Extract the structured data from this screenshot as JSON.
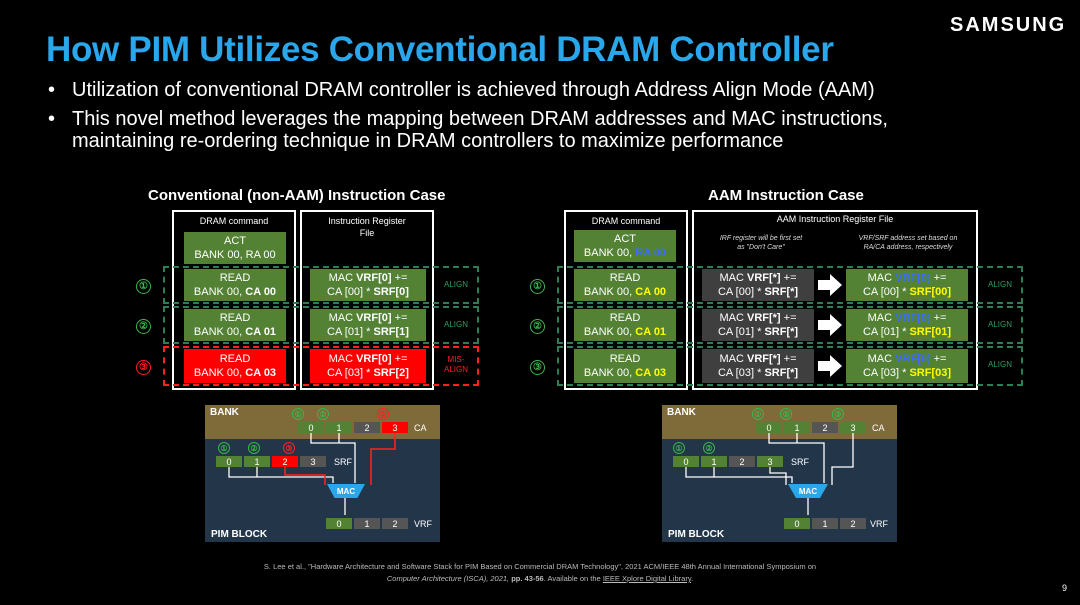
{
  "logo": "SAMSUNG",
  "title": "How PIM Utilizes Conventional DRAM Controller",
  "bullets": [
    "Utilization of conventional DRAM controller is achieved through Address Align Mode (AAM)",
    "This novel method leverages the mapping between DRAM addresses and MAC instructions,",
    "maintaining re-ordering technique in DRAM controllers to maximize performance"
  ],
  "left": {
    "title": "Conventional (non-AAM) Instruction Case",
    "col_dram": "DRAM command",
    "col_irf_1": "Instruction Register",
    "col_irf_2": "File",
    "act_1": "ACT",
    "act_2": "BANK 00, RA 00",
    "rows": [
      {
        "num": "①",
        "read": "READ",
        "bank": "BANK 00, ",
        "ca": "CA 00",
        "mac": "MAC ",
        "vrf": "VRF[0]",
        "pe": " +=",
        "ca2": "CA [00] * ",
        "srf": "SRF[0]",
        "status": "ALIGN"
      },
      {
        "num": "②",
        "read": "READ",
        "bank": "BANK 00, ",
        "ca": "CA 01",
        "mac": "MAC ",
        "vrf": "VRF[0]",
        "pe": " +=",
        "ca2": "CA [01] * ",
        "srf": "SRF[1]",
        "status": "ALIGN"
      },
      {
        "num": "③",
        "read": "READ",
        "bank": "BANK 00, ",
        "ca": "CA 03",
        "mac": "MAC ",
        "vrf": "VRF[0]",
        "pe": " +=",
        "ca2": "CA [03] * ",
        "srf": "SRF[2]",
        "status1": "MIS-",
        "status2": "ALIGN"
      }
    ]
  },
  "right": {
    "title": "AAM Instruction Case",
    "col_dram": "DRAM command",
    "col_irf": "AAM Instruction Register File",
    "note_left_1": "IRF register will be first set",
    "note_left_2": "as \"Don't Care\"",
    "note_right_1": "VRF/SRF address set based on",
    "note_right_2": "RA/CA address, respectively",
    "act_1": "ACT",
    "act_2": "BANK 00, ",
    "act_ra": "RA 00",
    "rows": [
      {
        "num": "①",
        "read": "READ",
        "bank": "BANK 00, ",
        "ca": "CA 00",
        "mac": "MAC ",
        "vrf": "VRF[*]",
        "pe": " +=",
        "ca2": "CA [00] * ",
        "srf": "SRF[*]",
        "macr": "MAC ",
        "vrfr": "VRF[0]",
        "car": "CA [00] * ",
        "srfr": "SRF[00]",
        "status": "ALIGN"
      },
      {
        "num": "②",
        "read": "READ",
        "bank": "BANK 00, ",
        "ca": "CA 01",
        "mac": "MAC ",
        "vrf": "VRF[*]",
        "pe": " +=",
        "ca2": "CA [01] * ",
        "srf": "SRF[*]",
        "macr": "MAC ",
        "vrfr": "VRF[0]",
        "car": "CA [01] * ",
        "srfr": "SRF[01]",
        "status": "ALIGN"
      },
      {
        "num": "③",
        "read": "READ",
        "bank": "BANK 00, ",
        "ca": "CA 03",
        "mac": "MAC ",
        "vrf": "VRF[*]",
        "pe": " +=",
        "ca2": "CA [03] * ",
        "srf": "SRF[*]",
        "macr": "MAC ",
        "vrfr": "VRF[0]",
        "car": "CA [03] * ",
        "srfr": "SRF[03]",
        "status": "ALIGN"
      }
    ]
  },
  "diagram": {
    "bank": "BANK",
    "ca": "CA",
    "srf": "SRF",
    "vrf": "VRF",
    "mac": "MAC",
    "pim": "PIM BLOCK",
    "n": [
      "0",
      "1",
      "2",
      "3"
    ],
    "c": [
      "①",
      "②",
      "③"
    ]
  },
  "citation": {
    "line1": "S. Lee et al., \"Hardware Architecture and Software Stack for PIM Based on Commercial DRAM Technology\", 2021 ACM/IEEE 48th Annual International Symposium on",
    "line2_a": "Computer Architecture (ISCA), 2021, ",
    "line2_b": "pp. 43-56",
    "line2_c": ". Available on the ",
    "line2_d": "IEEE Xplore Digital Library",
    "line2_e": "."
  },
  "page": "9",
  "colors": {
    "title": "#2aa7ea",
    "green": "#548235",
    "red": "#ff0000",
    "align": "#2e9d62"
  }
}
